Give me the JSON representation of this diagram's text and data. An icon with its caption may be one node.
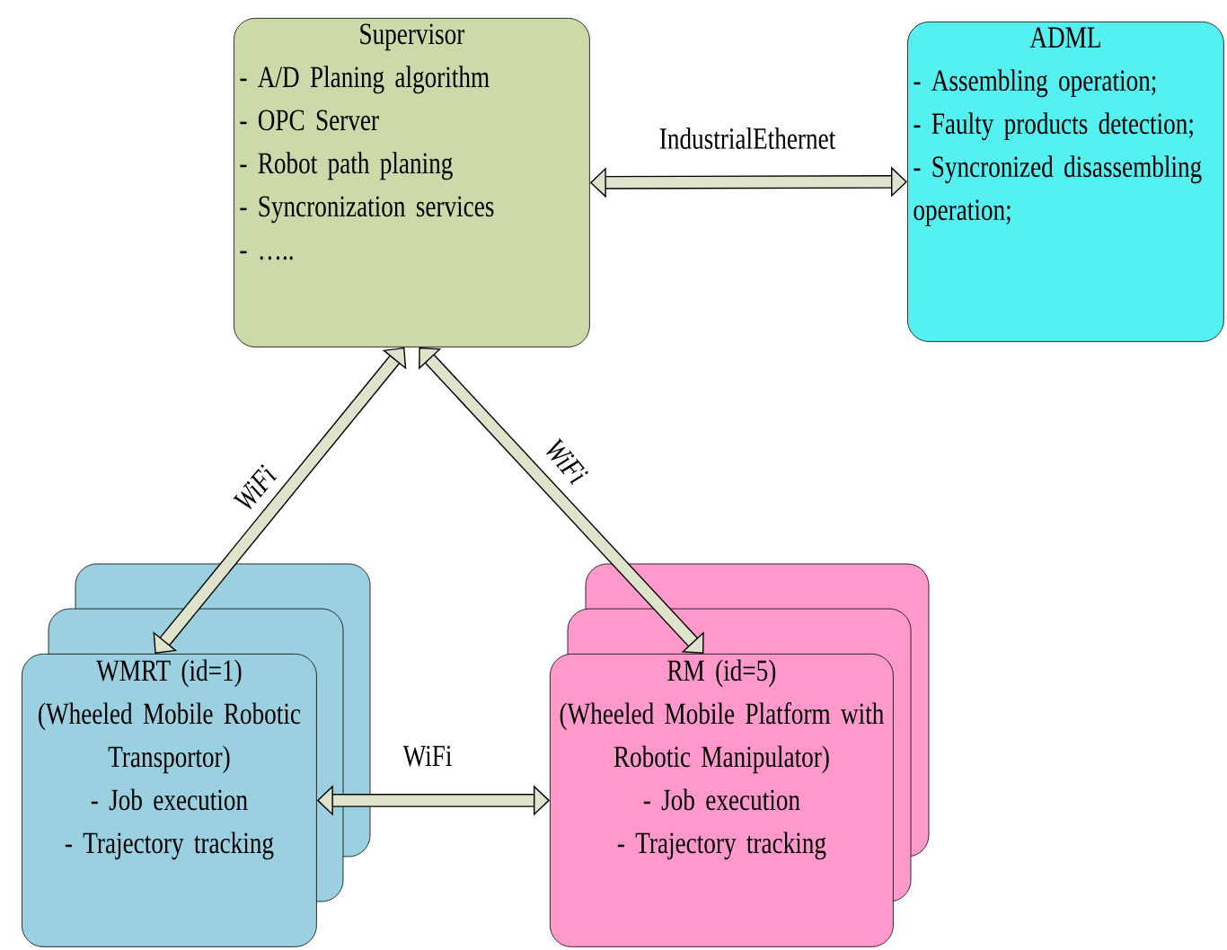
{
  "diagram": {
    "nodes": [
      {
        "text": [
          "Supervisor",
          "- A/D Planing algorithm",
          "- OPC Server",
          "- Robot path planing",
          "- Syncronization services",
          "- ….."
        ]
      },
      {
        "text": [
          "ADML",
          "- Assembling operation;",
          "- Faulty products detection;",
          "- Syncronized disassembling operation;"
        ]
      },
      {
        "text": [
          "WMRT  (id=1)",
          "(Wheeled Mobile Robotic Transportor)",
          "- Job execution",
          "- Trajectory tracking"
        ]
      },
      {
        "text": [
          "RM (id=5)",
          "(Wheeled Mobile Platform with Robotic Manipulator)",
          "- Job execution",
          "- Trajectory tracking"
        ]
      }
    ],
    "edges": [
      {
        "from": 0,
        "to": 1,
        "arrow": "both",
        "label": "IndustrialEthernet"
      },
      {
        "from": 0,
        "to": 2,
        "arrow": "both",
        "label": "WiFi"
      },
      {
        "from": 0,
        "to": 3,
        "arrow": "both",
        "label": "WiFi"
      },
      {
        "from": 2,
        "to": 3,
        "arrow": "both",
        "label": "WiFi"
      }
    ]
  }
}
